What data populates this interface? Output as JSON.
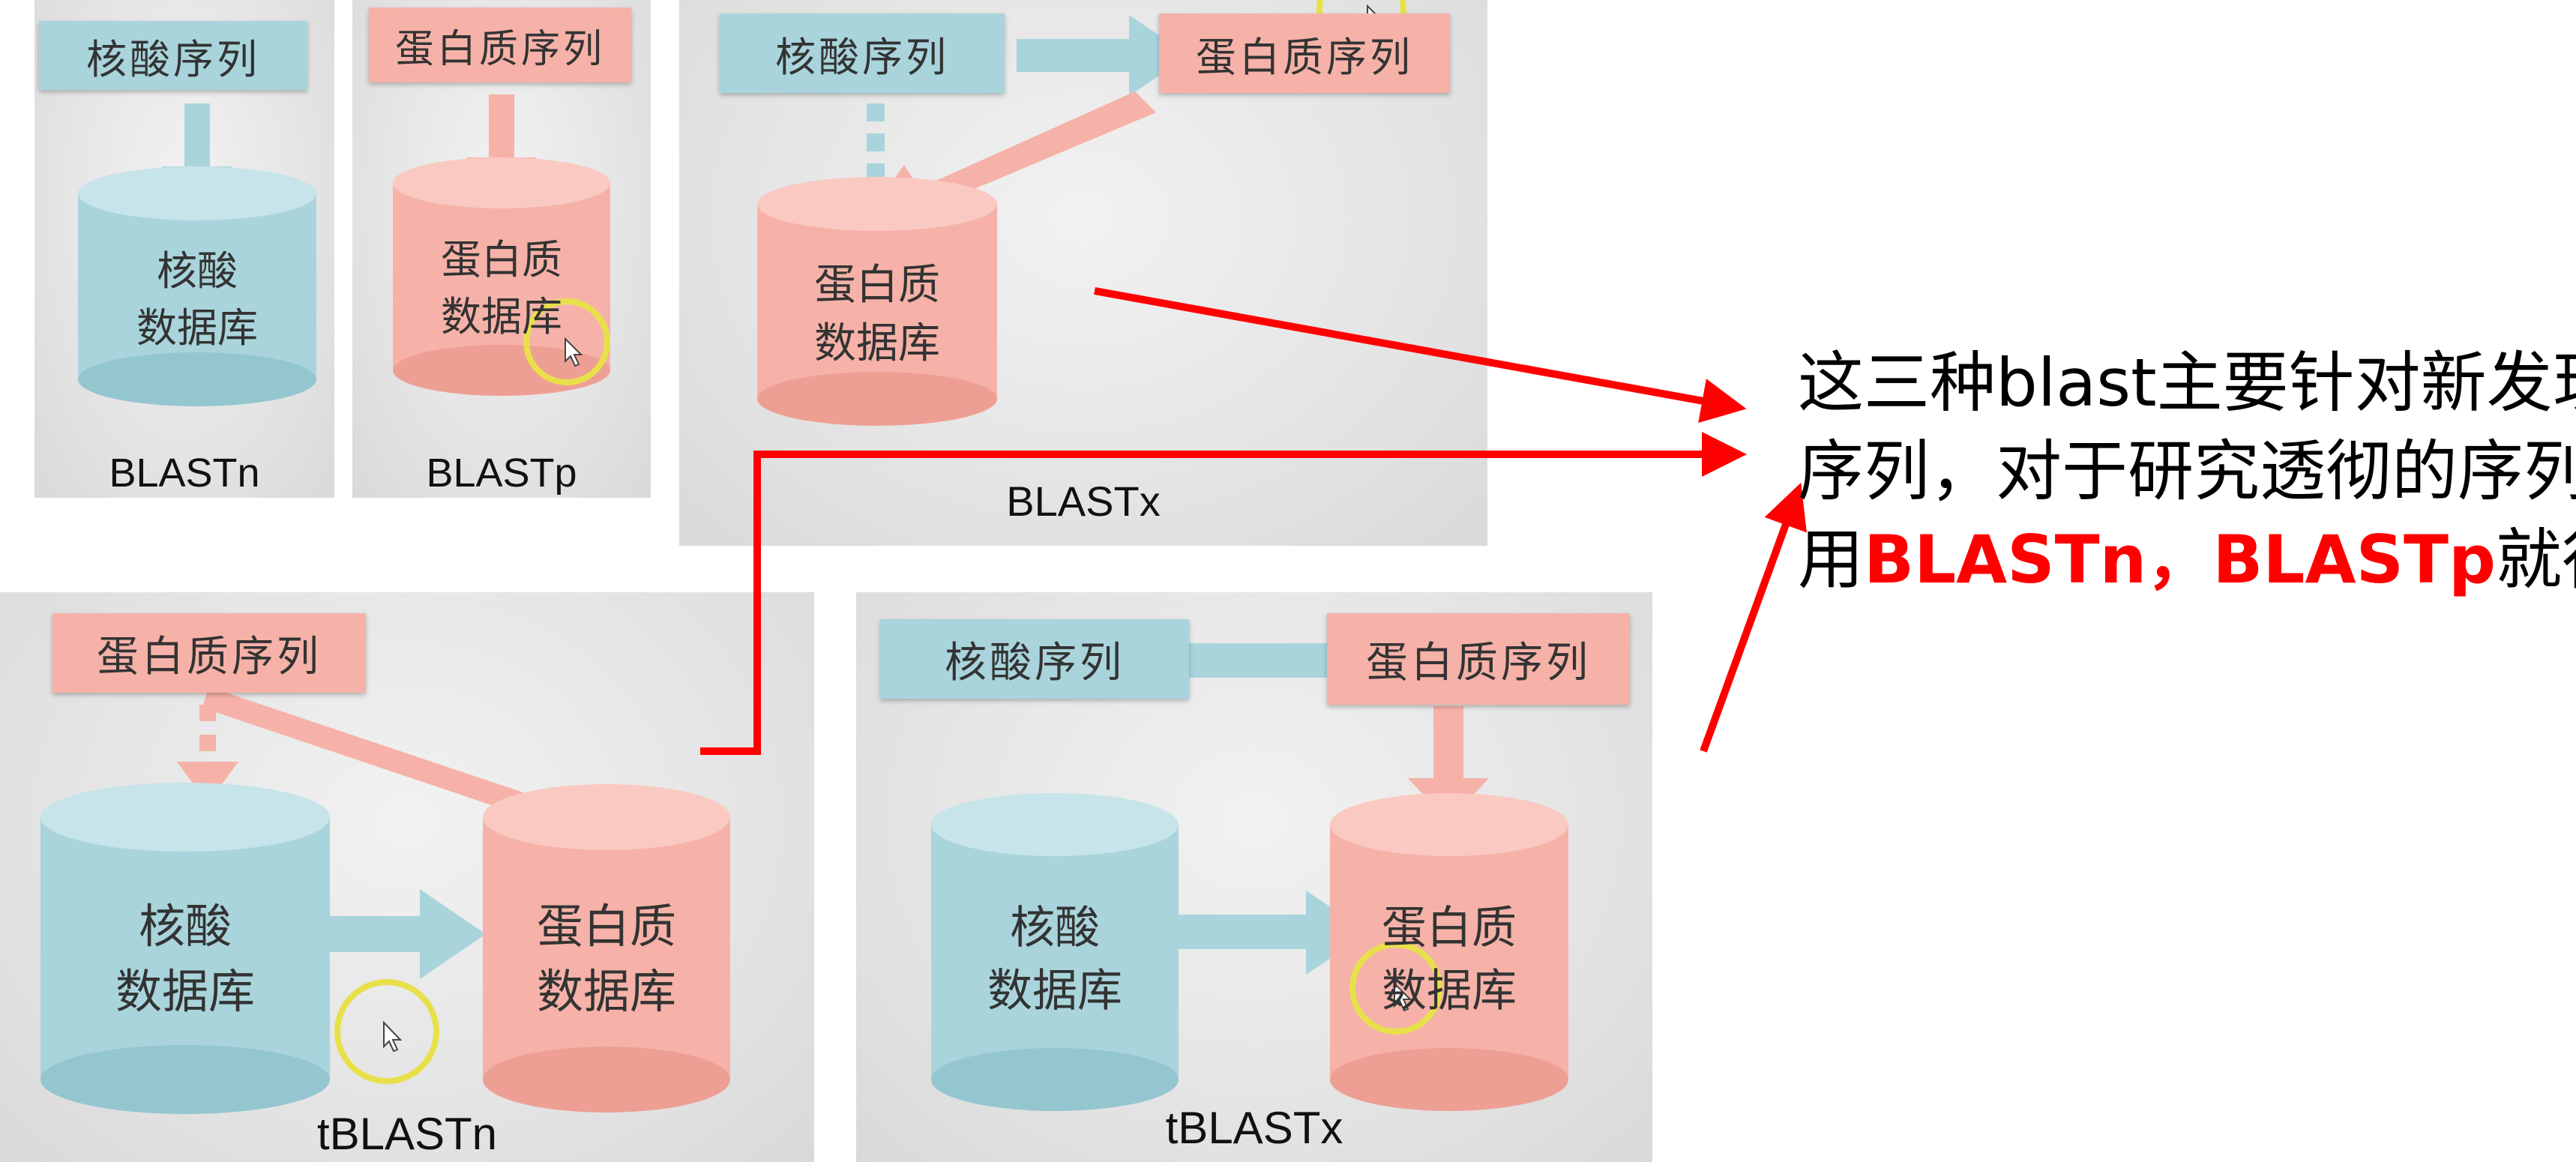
{
  "panels": {
    "blastn": {
      "query": "核酸序列",
      "db_line1": "核酸",
      "db_line2": "数据库",
      "caption": "BLASTn"
    },
    "blastp": {
      "query": "蛋白质序列",
      "db_line1": "蛋白质",
      "db_line2": "数据库",
      "caption": "BLASTp"
    },
    "blastx": {
      "query": "核酸序列",
      "translated": "蛋白质序列",
      "db_line1": "蛋白质",
      "db_line2": "数据库",
      "caption": "BLASTx"
    },
    "tblastn": {
      "query": "蛋白质序列",
      "db1_line1": "核酸",
      "db1_line2": "数据库",
      "db2_line1": "蛋白质",
      "db2_line2": "数据库",
      "caption": "tBLASTn"
    },
    "tblastx": {
      "query": "核酸序列",
      "translated": "蛋白质序列",
      "db1_line1": "核酸",
      "db1_line2": "数据库",
      "db2_line1": "蛋白质",
      "db2_line2": "数据库",
      "caption": "tBLASTx"
    }
  },
  "annotation": {
    "line1": "这三种blast主要针对新发现",
    "line2": "序列，对于研究透彻的序列",
    "line3_prefix": "用",
    "line3_highlight": "BLASTn，BLASTp",
    "line3_suffix": "就行"
  },
  "colors": {
    "nucleotide": "#a9d4dc",
    "protein": "#f6b2a8",
    "annotation_arrow": "#ff0000",
    "highlight_circle": "#e8e04a"
  },
  "icons": [
    "cursor-icon",
    "highlight-circle-icon",
    "arrow-icon"
  ]
}
